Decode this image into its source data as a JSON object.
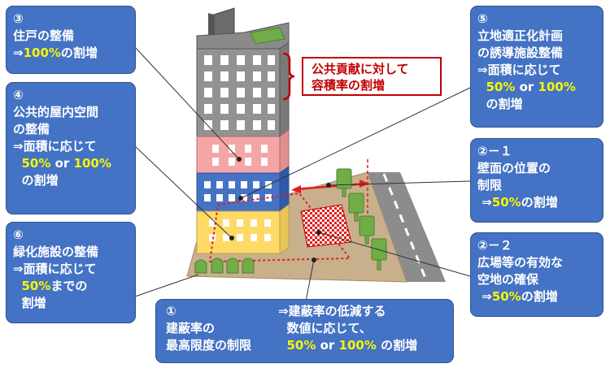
{
  "callouts": {
    "c3": {
      "num": "③",
      "line1": "住戸の整備",
      "prefix": "⇒",
      "pct": "100%",
      "suffix": "の割増"
    },
    "c4": {
      "num": "④",
      "line1": "公共的屋内空間",
      "line2": "の整備",
      "line3": "⇒面積に応じて",
      "pct1": "50%",
      "or": " or ",
      "pct2": "100%",
      "line5": "の割増"
    },
    "c6": {
      "num": "⑥",
      "line1": "緑化施設の整備",
      "line2": "⇒面積に応じて",
      "pct": "50%",
      "suffix": "までの",
      "line4": "割増"
    },
    "c5": {
      "num": "⑤",
      "line1": "立地適正化計画",
      "line2": "の誘導施設整備",
      "line3": "⇒面積に応じて",
      "pct1": "50%",
      "or": " or ",
      "pct2": "100%",
      "line5": "の割増"
    },
    "c21": {
      "num": "②－１",
      "line1": "壁面の位置の",
      "line2": "制限",
      "prefix": "⇒",
      "pct": "50%",
      "suffix": "の割増"
    },
    "c22": {
      "num": "②－２",
      "line1": "広場等の有効な",
      "line2": "空地の確保",
      "prefix": "⇒",
      "pct": "50%",
      "suffix": "の割増"
    },
    "c1": {
      "num": "①",
      "line1": "建蔽率の",
      "line2": "最高限度の制限",
      "r1": "⇒建蔽率の低減する",
      "r2": "数値に応じて、",
      "pct1": "50%",
      "or": " or ",
      "pct2": "100%",
      "suffix": " の割増"
    }
  },
  "note": {
    "line1": "公共貢献に対して",
    "line2": "容積率の割増"
  },
  "colors": {
    "box": "#4472c4",
    "highlight": "#f7f700",
    "accent": "#c00000",
    "gray_floor": "#929292",
    "pink_floor": "#f4a6a6",
    "blue_floor": "#4472c4",
    "yellow_floor": "#ffd966",
    "ground": "#c8b08c",
    "road": "#8c8c8c",
    "tree": "#70ad47",
    "roof_garden": "#70ad47"
  }
}
